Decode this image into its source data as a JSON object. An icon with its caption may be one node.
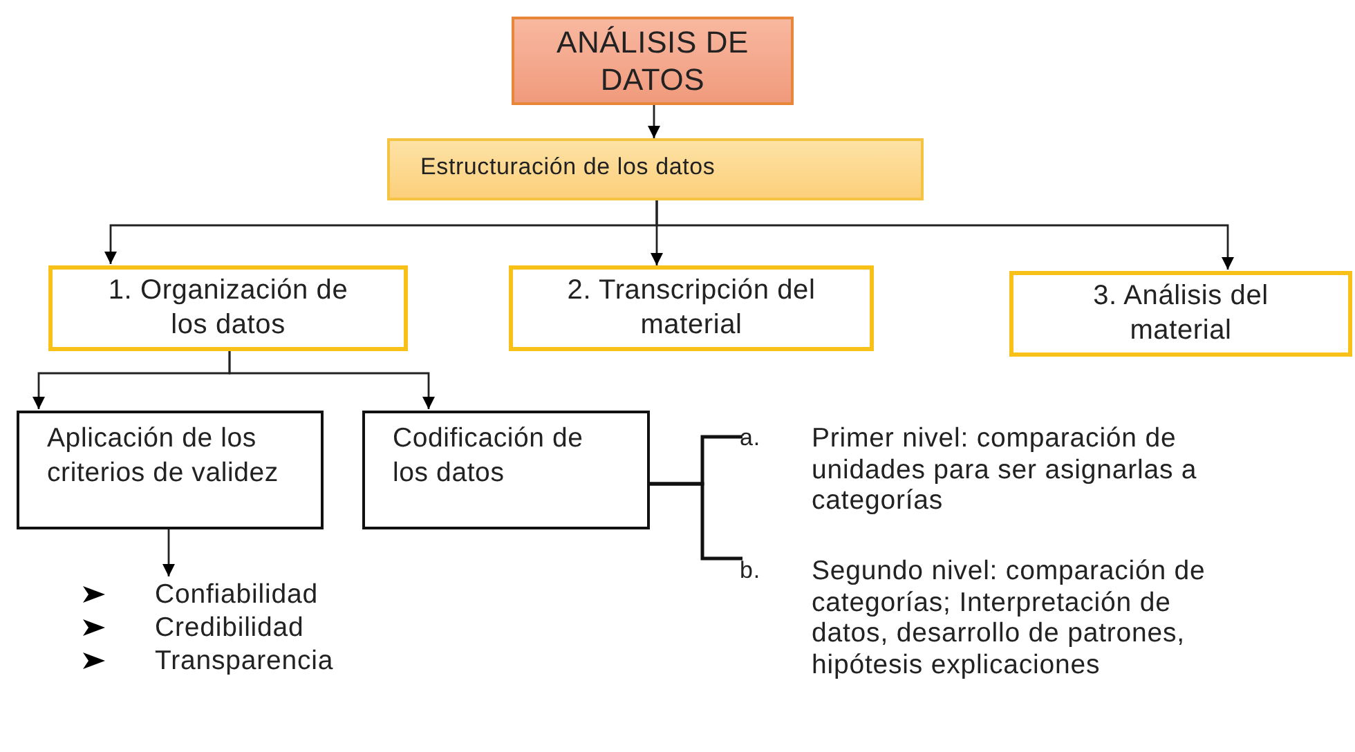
{
  "diagram": {
    "nodes": [
      {
        "text": [
          "ANÁLISIS DE DATOS"
        ]
      },
      {
        "text": [
          "Estructuración de los datos"
        ]
      },
      {
        "text": [
          "1. Organización de los datos"
        ]
      },
      {
        "text": [
          "2. Transcripción del material"
        ]
      },
      {
        "text": [
          "3. Análisis del material"
        ]
      },
      {
        "text": [
          "Aplicación de los criterios de validez"
        ]
      },
      {
        "text": [
          "Codificación de los datos"
        ]
      },
      {
        "text": [
          "Confiabilidad",
          "Credibilidad",
          "Transparencia"
        ]
      },
      {
        "text": [
          "a.",
          "Primer nivel: comparación de unidades para ser asignarlas a categorías"
        ]
      },
      {
        "text": [
          "b.",
          "Segundo nivel: comparación de categorías; Interpretación de datos, desarrollo de patrones, hipótesis explicaciones"
        ]
      }
    ],
    "edges": [
      {
        "from": 0,
        "to": 1,
        "arrow": "to"
      },
      {
        "from": 1,
        "to": 2,
        "arrow": "to"
      },
      {
        "from": 1,
        "to": 3,
        "arrow": "to"
      },
      {
        "from": 1,
        "to": 4,
        "arrow": "to"
      },
      {
        "from": 2,
        "to": 5,
        "arrow": "to"
      },
      {
        "from": 2,
        "to": 6,
        "arrow": "to"
      },
      {
        "from": 5,
        "to": 7,
        "arrow": "to"
      },
      {
        "from": 6,
        "to": 8,
        "arrow": "none"
      },
      {
        "from": 6,
        "to": 9,
        "arrow": "none"
      }
    ]
  }
}
